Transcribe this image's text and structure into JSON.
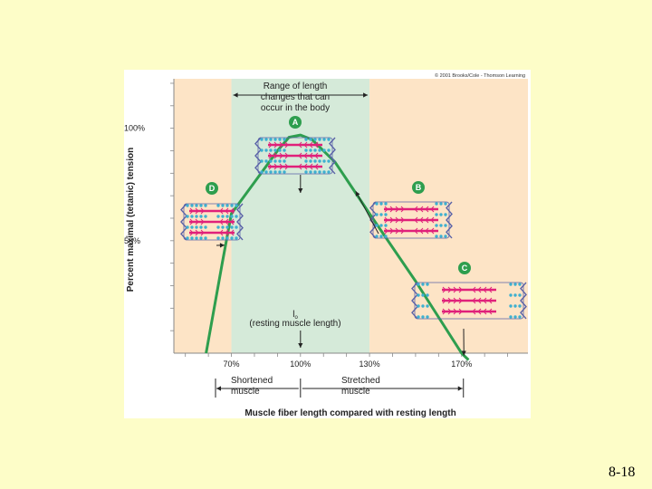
{
  "slide": {
    "number": "8-18"
  },
  "figure": {
    "copyright": "© 2001 Brooks/Cole - Thomson Learning",
    "range_label": [
      "Range of length",
      "changes that can",
      "occur in the body"
    ],
    "resting_label": [
      "l",
      "o",
      "(resting muscle length)"
    ],
    "shortened_label": [
      "Shortened",
      "muscle"
    ],
    "stretched_label": [
      "Stretched",
      "muscle"
    ],
    "sarcomere_labels": [
      "A",
      "B",
      "C",
      "D"
    ]
  },
  "chart_data": {
    "type": "line",
    "title": "",
    "xlabel": "Muscle fiber length compared with resting length",
    "ylabel": "Percent maximal (tetanic) tension",
    "x_unit": "%",
    "y_unit": "%",
    "xlim": [
      45,
      200
    ],
    "ylim": [
      0,
      122
    ],
    "x_ticks": [
      "70%",
      "100%",
      "130%",
      "170%"
    ],
    "x_tick_values": [
      70,
      100,
      130,
      170
    ],
    "y_ticks": [
      "100%",
      "50%"
    ],
    "y_tick_values": [
      100,
      50
    ],
    "shaded_range": [
      70,
      130
    ],
    "series": [
      {
        "x": [
          59,
          66,
          70,
          80,
          90,
          95,
          100,
          105,
          115,
          130,
          150,
          170,
          173
        ],
        "values": [
          0,
          40,
          62,
          76,
          90,
          96,
          97,
          95,
          85,
          62,
          32,
          0,
          -3
        ]
      }
    ],
    "colors": {
      "curve": "#2e9e4e",
      "range_shading": "#d5ead9",
      "side_shading": "#fde4c6",
      "actin": "#3eb0d0",
      "myosin": "#e0207a",
      "z_line": "#5a62a8",
      "label_badge": "#2e9e4e"
    }
  }
}
